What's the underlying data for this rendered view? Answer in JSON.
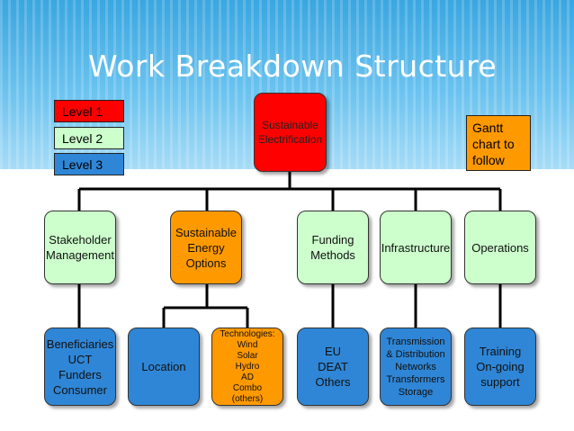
{
  "title": "Work Breakdown Structure",
  "legend": {
    "level1": "Level 1",
    "level2": "Level 2",
    "level3": "Level 3"
  },
  "note": "Gantt\nchart to\nfollow",
  "root": "Sustainable\nElectrification",
  "level2": {
    "stakeholder": "Stakeholder\nManagement",
    "energy": "Sustainable\nEnergy\nOptions",
    "funding": "Funding\nMethods",
    "infrastructure": "Infrastructure",
    "operations": "Operations"
  },
  "level3": {
    "stakeholders": "Beneficiaries\nUCT\nFunders\nConsumer",
    "location": "Location",
    "technologies": "Technologies:\nWind\nSolar\nHydro\nAD\nCombo\n(others)",
    "funding": "EU\nDEAT\nOthers",
    "infrastructure": "Transmission\n& Distribution\nNetworks\nTransformers\nStorage",
    "operations": "Training\nOn-going\nsupport"
  },
  "colors": {
    "level1": "#ff0000",
    "level2": "#ccffcc",
    "level3": "#2f86d6",
    "highlight": "#ff9900"
  }
}
